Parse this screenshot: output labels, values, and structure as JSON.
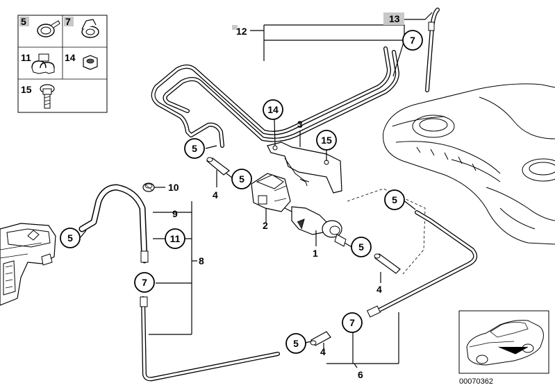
{
  "legend": {
    "items": [
      {
        "num": "5",
        "highlight": true
      },
      {
        "num": "7",
        "highlight": true
      },
      {
        "num": "11",
        "highlight": false
      },
      {
        "num": "14",
        "highlight": false
      },
      {
        "num": "15",
        "highlight": false
      }
    ]
  },
  "callouts": {
    "p1": "1",
    "p2": "2",
    "p3": "3",
    "p4a": "4",
    "p4b": "4",
    "p4c": "4",
    "p6": "6",
    "p8": "8",
    "p9": "9",
    "p10": "10",
    "p12": "12",
    "p13": "13"
  },
  "circles": {
    "c5a": "5",
    "c5b": "5",
    "c5c": "5",
    "c5d": "5",
    "c5e": "5",
    "c5f": "5",
    "c7a": "7",
    "c7b": "7",
    "c7c": "7",
    "c11": "11",
    "c14": "14",
    "c15": "15"
  },
  "highlight_color": "#c8c8c8",
  "diagram_id": "00070362"
}
